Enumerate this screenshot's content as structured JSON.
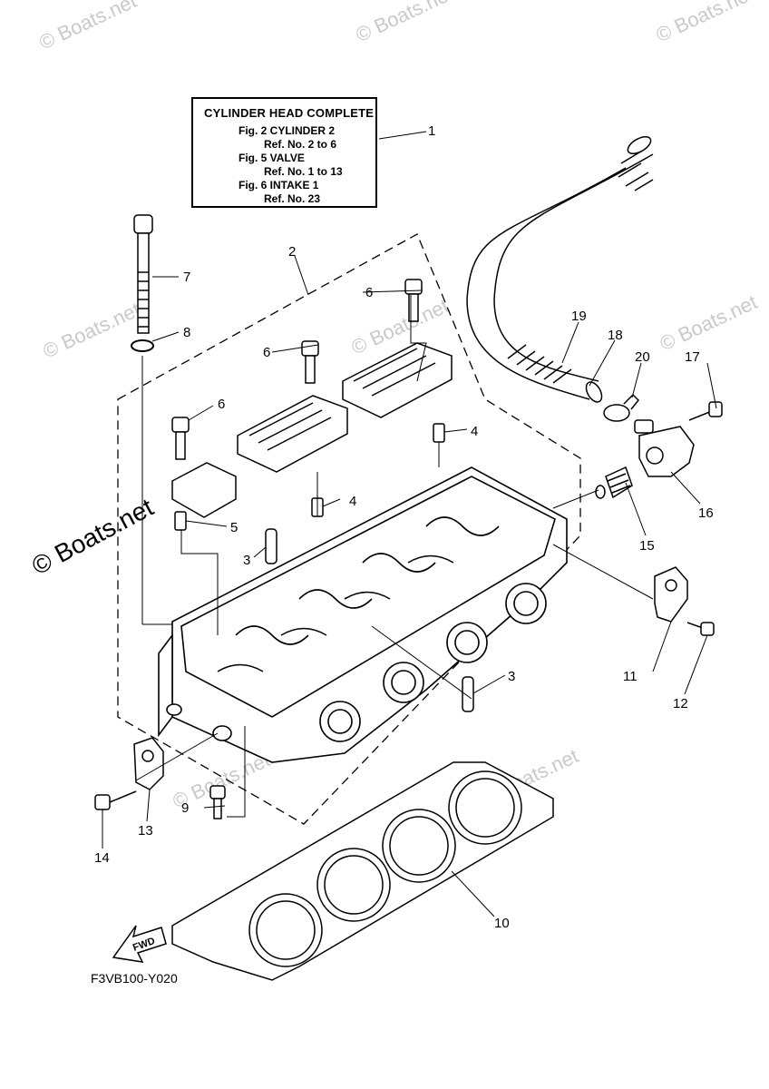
{
  "info_box": {
    "title": "CYLINDER HEAD COMPLETE",
    "lines": [
      "Fig.  2 CYLINDER 2",
      "Ref. No. 2 to 6",
      "Fig.  5 VALVE",
      "Ref. No. 1 to 13",
      "Fig.  6 INTAKE 1",
      "Ref. No. 23"
    ]
  },
  "callouts": [
    "1",
    "2",
    "3",
    "3",
    "4",
    "4",
    "5",
    "6",
    "6",
    "6",
    "7",
    "8",
    "9",
    "10",
    "11",
    "12",
    "13",
    "14",
    "15",
    "16",
    "17",
    "18",
    "19",
    "20"
  ],
  "diagram_code": "F3VB100-Y020",
  "fwd_label": "FWD",
  "watermark": "© Boats.net",
  "main_watermark": "© Boats.net"
}
